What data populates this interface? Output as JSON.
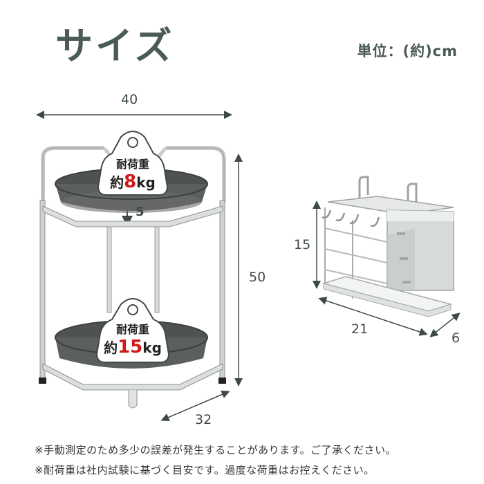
{
  "title": "サイズ",
  "unit_label": "単位：(約)cm",
  "main_rack": {
    "width": "40",
    "height": "50",
    "depth": "32",
    "tier_gap": "5",
    "upper_load": {
      "label": "耐荷重",
      "prefix": "約",
      "value": "8",
      "unit": "kg"
    },
    "lower_load": {
      "label": "耐荷重",
      "prefix": "約",
      "value": "15",
      "unit": "kg"
    }
  },
  "holder": {
    "height": "15",
    "width": "21",
    "depth": "6"
  },
  "notes": [
    "※手動測定のため多少の誤差が発生することがあります。ご了承ください。",
    "※耐荷重は社内試験に基づく目安です。過度な荷重はお控えください。"
  ],
  "colors": {
    "heading": "#4a5a56",
    "highlight": "#d01a1a",
    "pan": "#5c5f60",
    "steel": "#c9cccd"
  },
  "icons": [
    "weight-icon",
    "steel-rack-image",
    "utensil-holder-image"
  ]
}
